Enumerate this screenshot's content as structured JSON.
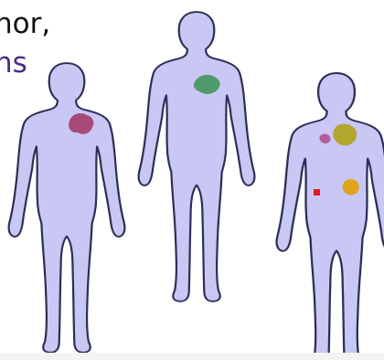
{
  "caption": {
    "line1": {
      "text": "hor,",
      "color": "#111111"
    },
    "line2": {
      "text": "ns",
      "color": "#4a2c86"
    }
  },
  "figures": [
    {
      "name": "figure-left",
      "lesions": [
        {
          "shape": "blob",
          "color": "#a84a78"
        }
      ]
    },
    {
      "name": "figure-center",
      "lesions": [
        {
          "shape": "blob",
          "color": "#4f9a6a"
        }
      ]
    },
    {
      "name": "figure-right",
      "lesions": [
        {
          "shape": "blob",
          "color": "#b35e98"
        },
        {
          "shape": "blob",
          "color": "#b3a62c"
        },
        {
          "shape": "blob",
          "color": "#e0a41c"
        },
        {
          "shape": "square",
          "color": "#e5182b"
        }
      ]
    }
  ],
  "colors": {
    "body_fill": "#c9c7f4",
    "body_outline": "#2c2f56",
    "background": "#ffffff"
  }
}
